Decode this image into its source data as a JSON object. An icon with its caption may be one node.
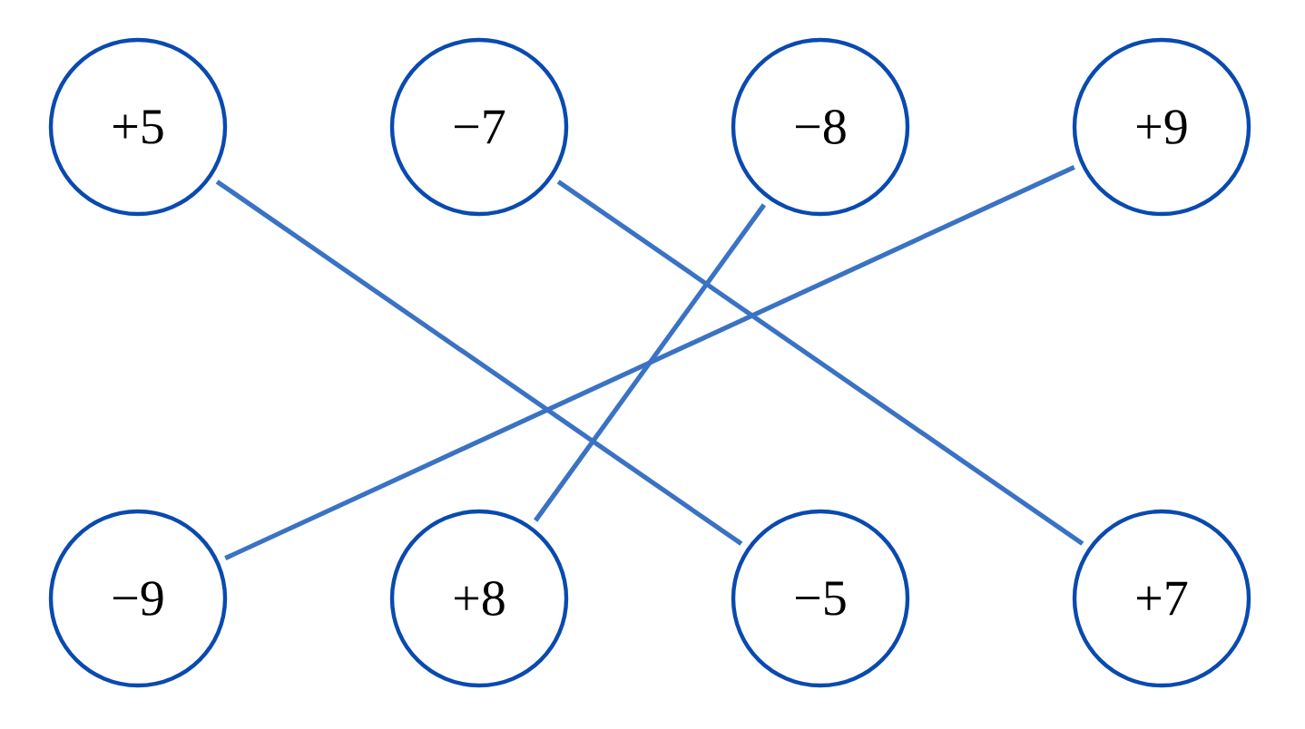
{
  "diagram": {
    "nodes": [
      {
        "text": [
          "+5"
        ]
      },
      {
        "text": [
          "−7"
        ]
      },
      {
        "text": [
          "−8"
        ]
      },
      {
        "text": [
          "+9"
        ]
      },
      {
        "text": [
          "−9"
        ]
      },
      {
        "text": [
          "+8"
        ]
      },
      {
        "text": [
          "−5"
        ]
      },
      {
        "text": [
          "+7"
        ]
      }
    ],
    "edges": [
      {
        "from": 0,
        "to": 6,
        "arrow": "none"
      },
      {
        "from": 1,
        "to": 7,
        "arrow": "none"
      },
      {
        "from": 2,
        "to": 5,
        "arrow": "none"
      },
      {
        "from": 3,
        "to": 4,
        "arrow": "none"
      }
    ]
  }
}
